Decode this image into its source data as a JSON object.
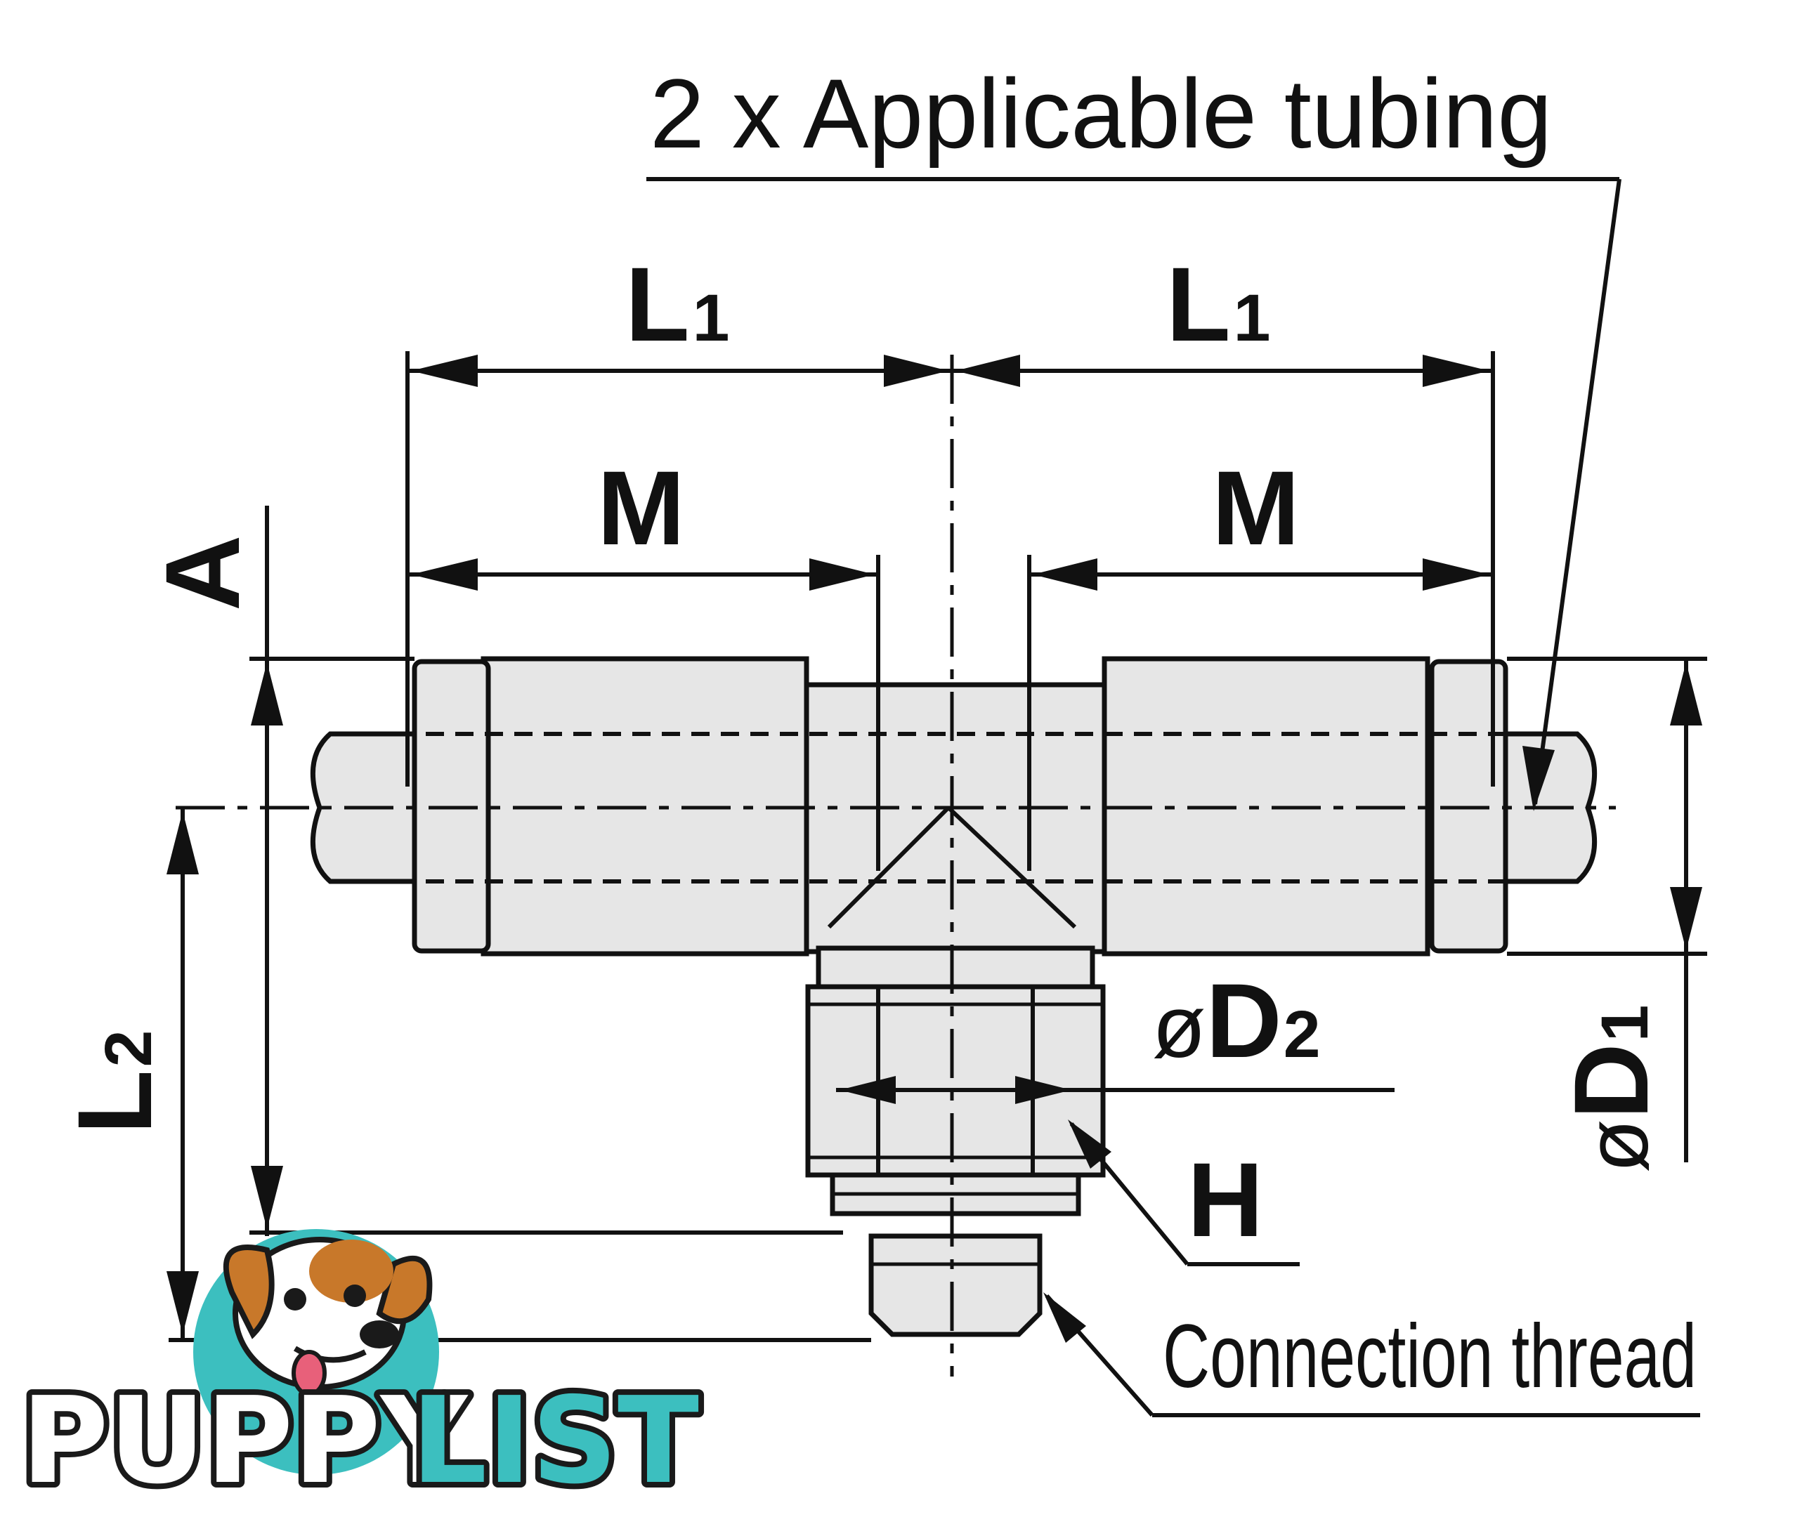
{
  "labels": {
    "tubing_note": "2 x Applicable tubing",
    "l1_left": "L",
    "l1_left_sub": "1",
    "l1_right": "L",
    "l1_right_sub": "1",
    "m_left": "M",
    "m_right": "M",
    "a": "A",
    "l2": "L",
    "l2_sub": "2",
    "d2_prefix": "ø",
    "d2": "D",
    "d2_sub": "2",
    "d1_prefix": "ø",
    "d1": "D",
    "d1_sub": "1",
    "h": "H",
    "connection_thread": "Connection thread"
  },
  "logo": {
    "text_puppy": "PUPPY",
    "text_list": "LIST",
    "accent_color": "#3cbfbf",
    "dark_color": "#1a1a1a",
    "icon": "puppy-face-icon"
  },
  "colors": {
    "part_fill": "#e6e6e6",
    "line": "#111111"
  }
}
